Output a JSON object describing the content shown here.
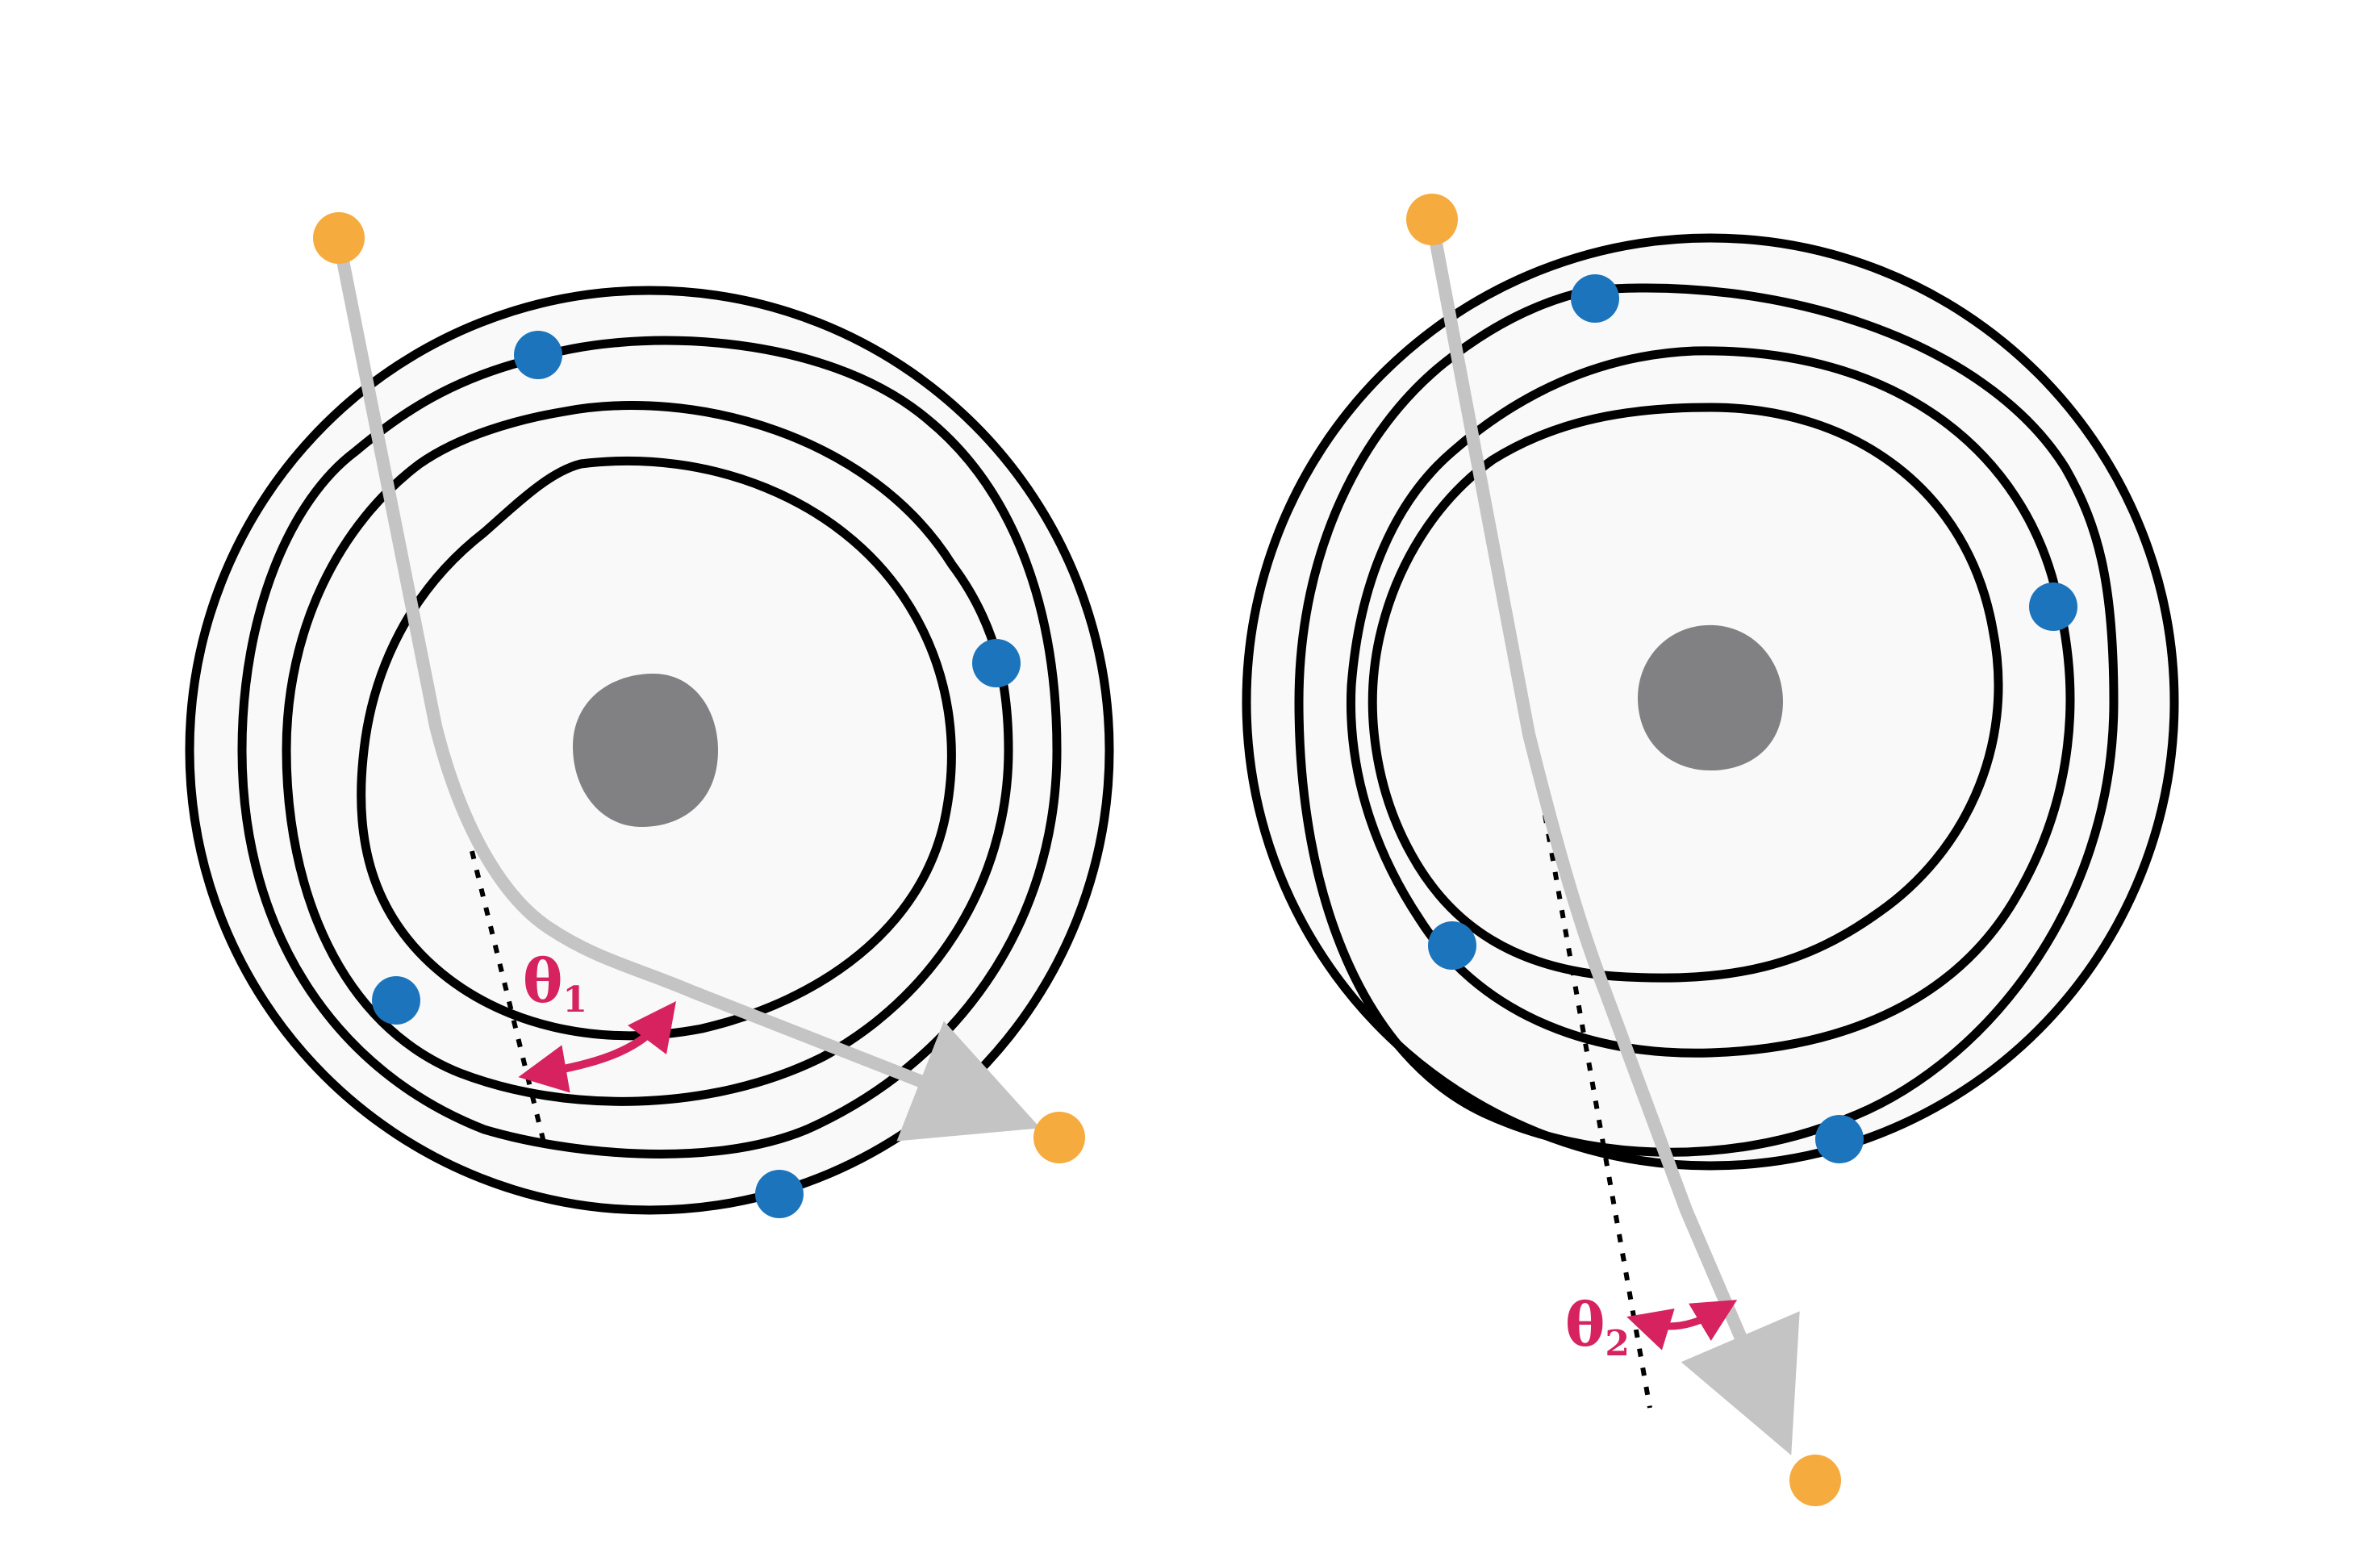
{
  "colors": {
    "ring_stroke": "#000000",
    "ring_fill": "#f9f9f9",
    "nucleus": "#818184",
    "path": "#c4c4c4",
    "electron": "#1c75bc",
    "particle": "#f6ab3e",
    "angle": "#d6225e"
  },
  "panels": [
    {
      "name": "left-atom",
      "angle_symbol": "θ",
      "angle_subscript": "1",
      "electrons": 4,
      "orbits": 4
    },
    {
      "name": "right-atom",
      "angle_symbol": "θ",
      "angle_subscript": "2",
      "electrons": 4,
      "orbits": 4
    }
  ]
}
